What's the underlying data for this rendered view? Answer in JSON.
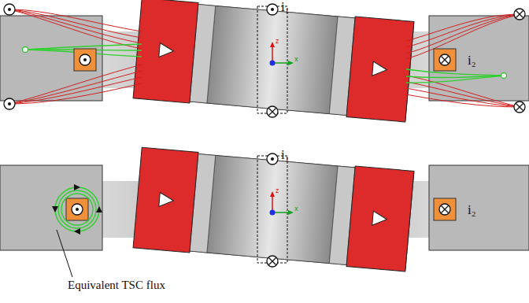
{
  "diagram": {
    "labels": [
      "i₁",
      "i₂",
      "z",
      "x",
      "i₁",
      "i₂",
      "z",
      "x",
      "Equivalent TSC flux"
    ]
  }
}
